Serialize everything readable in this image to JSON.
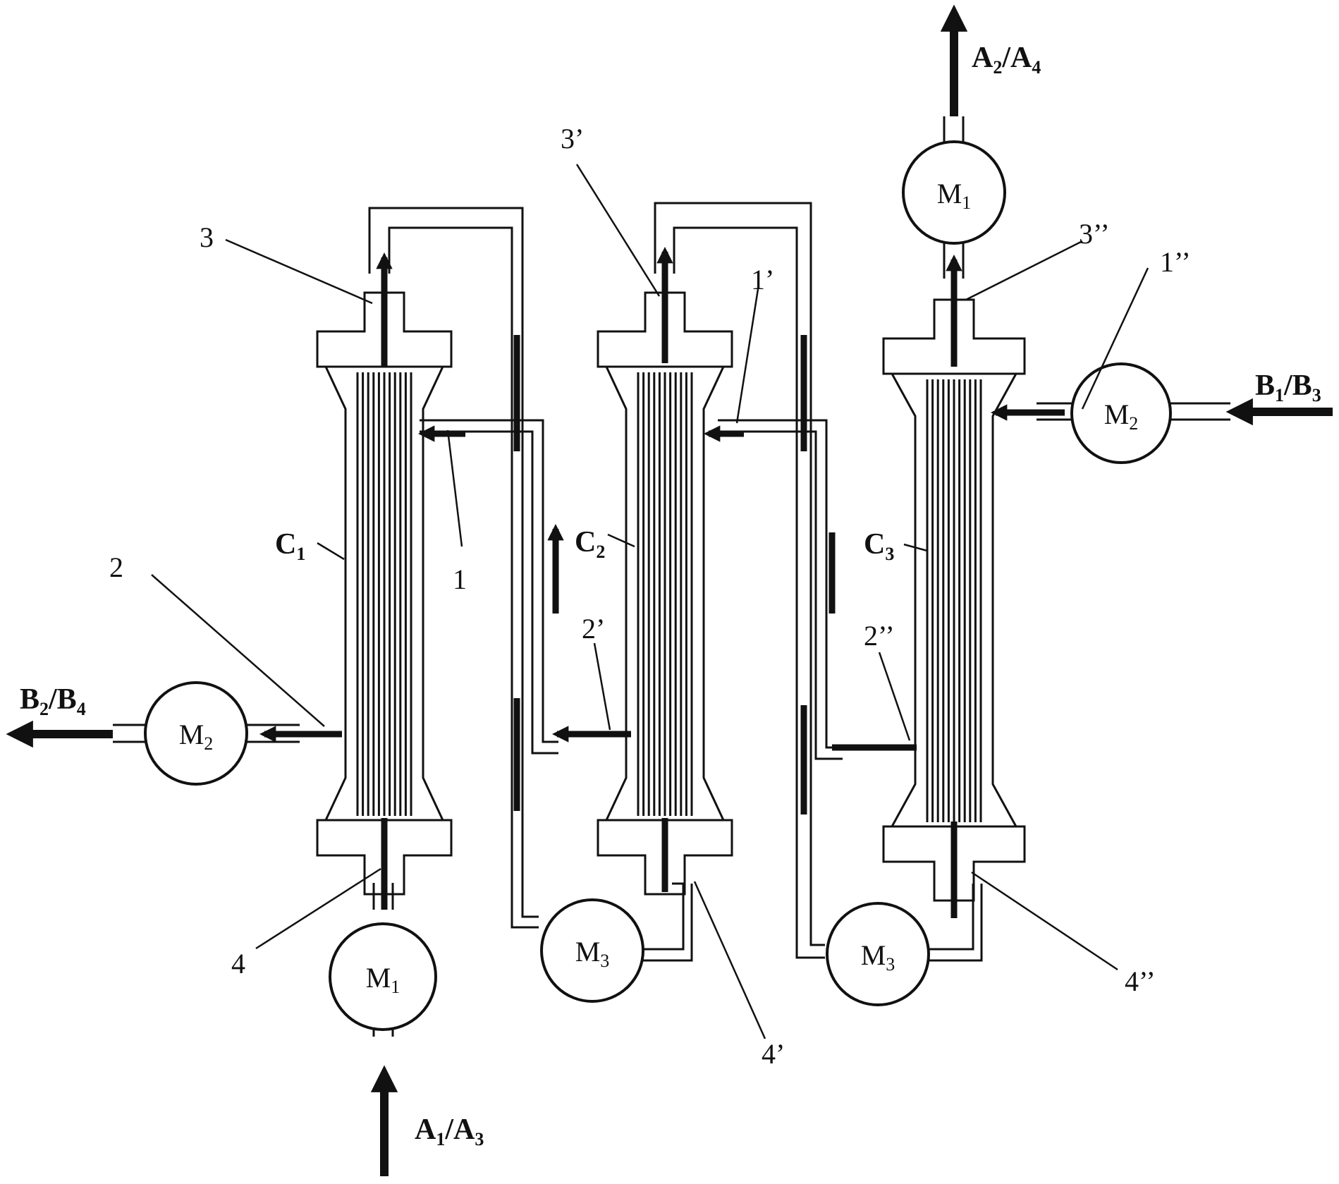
{
  "colors": {
    "ink": "#111111",
    "background": "#ffffff"
  },
  "columns": [
    {
      "id": "C1",
      "label": {
        "base": "C",
        "sub": "1"
      }
    },
    {
      "id": "C2",
      "label": {
        "base": "C",
        "sub": "2"
      }
    },
    {
      "id": "C3",
      "label": {
        "base": "C",
        "sub": "3"
      }
    }
  ],
  "pumps": {
    "m1_bottom": {
      "base": "M",
      "sub": "1"
    },
    "m1_top": {
      "base": "M",
      "sub": "1"
    },
    "m2_left": {
      "base": "M",
      "sub": "2"
    },
    "m2_right": {
      "base": "M",
      "sub": "2"
    },
    "m3_first": {
      "base": "M",
      "sub": "3"
    },
    "m3_second": {
      "base": "M",
      "sub": "3"
    }
  },
  "streams": {
    "a_in": {
      "p1": "A",
      "s1": "1",
      "mid": "/A",
      "s2": "3"
    },
    "a_out": {
      "p1": "A",
      "s1": "2",
      "mid": "/A",
      "s2": "4"
    },
    "b_in": {
      "p1": "B",
      "s1": "1",
      "mid": "/B",
      "s2": "3"
    },
    "b_out": {
      "p1": "B",
      "s1": "2",
      "mid": "/B",
      "s2": "4"
    }
  },
  "ports": {
    "p1": "1",
    "p2": "2",
    "p3": "3",
    "p4": "4",
    "p1p": "1’",
    "p2p": "2’",
    "p3p": "3’",
    "p4p": "4’",
    "p1pp": "1’’",
    "p2pp": "2’’",
    "p3pp": "3’’",
    "p4pp": "4’’"
  }
}
